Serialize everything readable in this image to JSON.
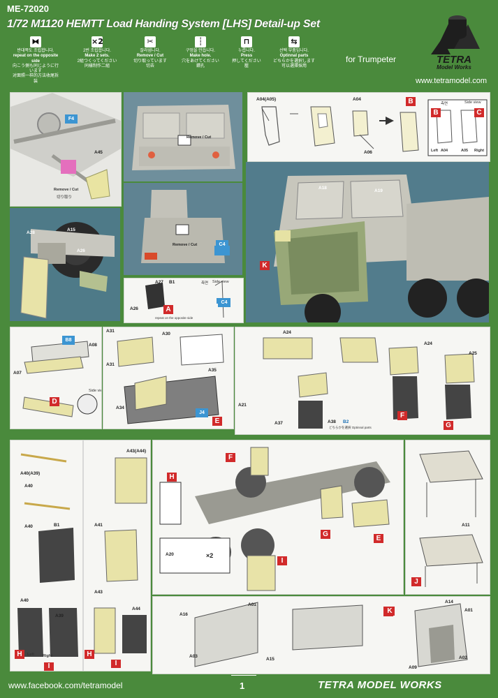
{
  "header": {
    "code": "ME-72020",
    "title": "1/72  M1120 HEMTT Load Handing System [LHS] Detail-up Set",
    "for": "for Trumpeter",
    "website": "www.tetramodel.com",
    "brand_main": "TETRA",
    "brand_sub": "Model Works"
  },
  "legend": [
    {
      "symbol": "⧓",
      "ko": "반대쪽도 조립합니다.",
      "en": "repeat on the opposite side",
      "jp": "向こう側も同じように行います",
      "cn": "对面照一样的方法收尾拆装"
    },
    {
      "symbol": "×2",
      "ko": "2번 조립합니다.",
      "en": "Make 2 sets.",
      "jp": "2組つくってください",
      "cn": "同樣制作二組"
    },
    {
      "symbol": "✂",
      "ko": "잘라냅니다.",
      "en": "Remove / Cut",
      "jp": "切り取っています",
      "cn": "切去"
    },
    {
      "symbol": "┆",
      "ko": "구멍을 만듭니다.",
      "en": "Make hole.",
      "jp": "穴をあけてください",
      "cn": "鑽孔"
    },
    {
      "symbol": "⊓",
      "ko": "누릅니다.",
      "en": "Press",
      "jp": "押してください",
      "cn": "壓"
    },
    {
      "symbol": "⇆",
      "ko": "선택 부품입니다.",
      "en": "Optinnal parts",
      "jp": "どちらかを選択します",
      "cn": "可以選擇採用"
    }
  ],
  "labels": {
    "remove_cut": "Remove / Cut",
    "remove_cut_jp": "切り取り",
    "side_view": "Side view",
    "side_view_ko": "측면",
    "left": "Left",
    "right": "Right",
    "repeat_opposite": "repeat on the opposite side",
    "optional_parts": "Optinnal parts",
    "optional_jp": "どちらかを選択 Optinnal parts",
    "x2": "×2"
  },
  "parts": {
    "F4": "F4",
    "A45": "A45",
    "A28": "A28",
    "A26": "A26",
    "A27": "A27",
    "B1": "B1",
    "C4": "C4",
    "A04_A05": "A04(A05)",
    "A04": "A04",
    "A05": "A05",
    "A06": "A06",
    "A18": "A18",
    "A19": "A19",
    "A31": "A31",
    "A30": "A30",
    "A34": "A34",
    "A35": "A35",
    "J4": "J4",
    "B8": "B8",
    "A07": "A07",
    "A08": "A08",
    "A24": "A24",
    "A25": "A25",
    "A21": "A21",
    "A37": "A37",
    "A38": "A38",
    "B2": "B2",
    "A40_A39": "A40(A39)",
    "A40": "A40",
    "A39": "A39",
    "A41": "A41",
    "A43_A44": "A43(A44)",
    "A43": "A43",
    "A44": "A44",
    "A20": "A20",
    "A11": "A11",
    "A16": "A16",
    "A01": "A01",
    "A03": "A03",
    "A15": "A15",
    "A14": "A14",
    "A09": "A09",
    "A02": "A02"
  },
  "steps": {
    "A": "A",
    "B": "B",
    "C": "C",
    "D": "D",
    "E": "E",
    "F": "F",
    "G": "G",
    "H": "H",
    "I": "I",
    "J": "J",
    "K": "K"
  },
  "footer": {
    "url": "www.facebook.com/tetramodel",
    "page": "1",
    "brand": "TETRA MODEL WORKS"
  },
  "colors": {
    "background_green": "#4a8a3c",
    "step_red": "#d12a2a",
    "part_blue": "#3c95d2",
    "etch_yellow": "#e9e4a2",
    "panel": "#f6f6f3"
  }
}
